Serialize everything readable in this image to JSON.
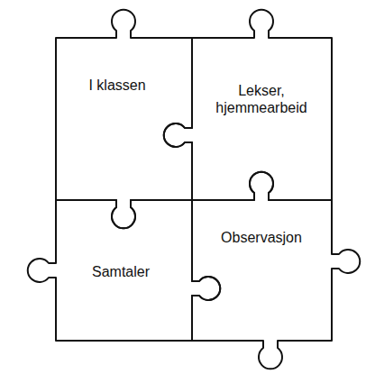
{
  "diagram": {
    "nodes": [
      {
        "text": [
          "I klassen"
        ]
      },
      {
        "text": [
          "Lekser, hjemmearbeid"
        ]
      },
      {
        "text": [
          "Samtaler"
        ]
      },
      {
        "text": [
          "Observasjon"
        ]
      }
    ]
  }
}
